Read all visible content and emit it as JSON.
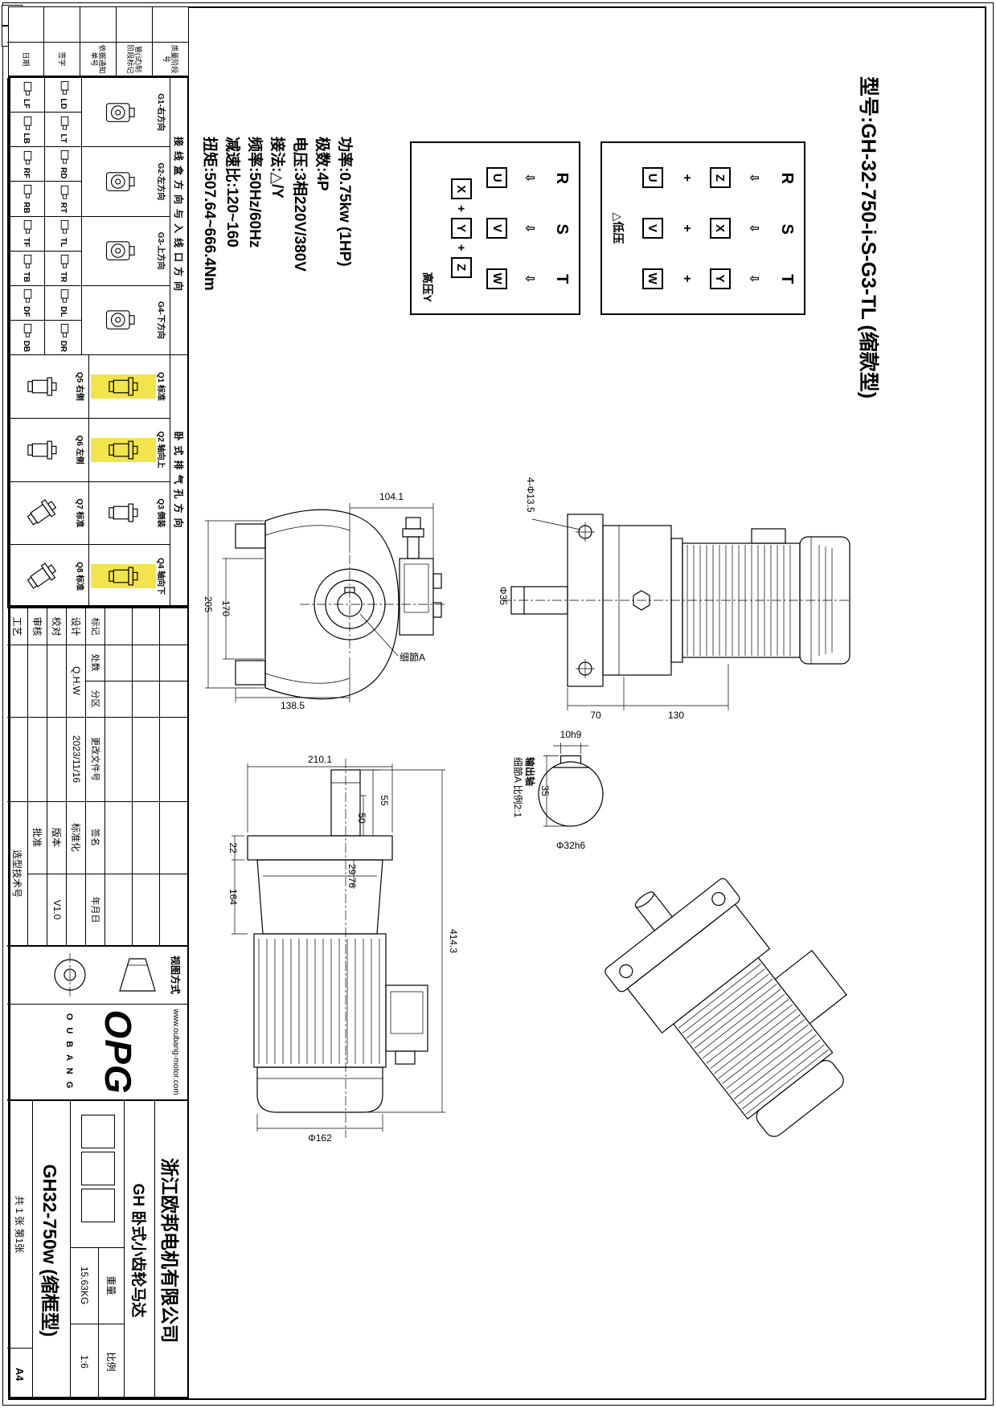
{
  "colors": {
    "ink": "#000000",
    "paper": "#ffffff",
    "highlight": "#f2e44c"
  },
  "title": "型号:GH-32-750-i-S-G3-TL (缩款型)",
  "specs": [
    "功率:0.75kw (1HP)",
    "极数:4P",
    "电压:3相220V/380V",
    "接法:△/Y",
    "频率:50Hz/60Hz",
    "减速比:120~160",
    "扭矩:507.64~666.4Nm"
  ],
  "wiring_high": {
    "label": "高压Y",
    "phases": [
      "R",
      "S",
      "T"
    ],
    "arrows": [
      "⇩",
      "⇩",
      "⇩"
    ],
    "top_row": [
      "U",
      "V",
      "W"
    ],
    "star_row": [
      "X",
      "+",
      "Y",
      "+",
      "Z"
    ]
  },
  "wiring_low": {
    "label": "△低压",
    "phases": [
      "R",
      "S",
      "T"
    ],
    "arrows": [
      "⇩",
      "⇩",
      "⇩"
    ],
    "top_row": [
      "Z",
      "X",
      "Y"
    ],
    "plus_row": [
      "+",
      "+",
      "+"
    ],
    "bottom_row": [
      "U",
      "V",
      "W"
    ]
  },
  "header_corner": {
    "rows": [
      "质量阶段号",
      "管(试)制阶段标记",
      "依据通知单号",
      "签字",
      "日期"
    ]
  },
  "orientation": {
    "header": "接线盒方向与入线口方向",
    "exhaust_header": "卧式排气孔方向",
    "g_cells": [
      "G1-右方向",
      "G2-左方向",
      "G3-上方向",
      "G4-下方向"
    ],
    "mid_row": [
      "LD",
      "LT",
      "RD",
      "RT",
      "TL",
      "TR",
      "DL",
      "DR"
    ],
    "bottom_row": [
      "LF",
      "LB",
      "RF",
      "RB",
      "TF",
      "TB",
      "DF",
      "DB"
    ],
    "exhaust_top": [
      {
        "label": "Q1 标准",
        "hl": true,
        "tilt": false
      },
      {
        "label": "Q2 轴向上",
        "hl": true,
        "tilt": false
      },
      {
        "label": "Q3 倒装",
        "hl": false,
        "tilt": false
      },
      {
        "label": "Q4 轴向下",
        "hl": true,
        "tilt": false
      }
    ],
    "exhaust_bottom": [
      {
        "label": "Q5 右侧",
        "hl": false,
        "tilt": false
      },
      {
        "label": "Q6 左侧",
        "hl": false,
        "tilt": false
      },
      {
        "label": "Q7 标准",
        "hl": false,
        "tilt": true
      },
      {
        "label": "Q8 标准",
        "hl": false,
        "tilt": true
      }
    ]
  },
  "title_block": {
    "change_header": [
      "标记",
      "处数",
      "分区",
      "更改文件号",
      "签名",
      "年月日"
    ],
    "sign_rows": [
      {
        "label": "设计",
        "name": "Q.H.W",
        "date": "2023/11/16",
        "r_label": "标准化",
        "r_value": ""
      },
      {
        "label": "校对",
        "name": "",
        "date": "",
        "r_label": "版本",
        "r_value": "V1.0"
      },
      {
        "label": "审核",
        "name": "",
        "date": "",
        "r_label": "批准",
        "r_value": ""
      },
      {
        "label": "工艺",
        "name": "",
        "date": "",
        "r_label": "选型技术号",
        "r_value": ""
      }
    ],
    "view_method": "视图方式",
    "weight_label": "重量",
    "weight": "15.63KG",
    "scale_label": "比例",
    "scale": "1:6",
    "sheet_info": "共 1 张 第1张",
    "paper": "A4",
    "company": "浙江欧邦电机有限公司",
    "product": "GH 卧式小齿轮马达",
    "drawing_no": "GH32-750w (缩框型)",
    "logo_main": "OPG",
    "logo_letters": "O U B A N G",
    "website": "www.oubang-motor.com"
  },
  "views": {
    "front": {
      "d_top": "104.1",
      "d_inner": "170",
      "d_outer": "205",
      "d_bottom": "138.5",
      "detail_label": "细節A"
    },
    "top": {
      "holes": "4-Φ13.5",
      "shaft_dia": "Φ35",
      "d1": "70",
      "d2": "130"
    },
    "side": {
      "d_top": "210.1",
      "d_flange": "22",
      "d_shaft1": "55",
      "d_shaft2": "50",
      "d_gear": "164",
      "d_inner": "29.76",
      "d_height": "414.3",
      "d_dia": "Φ162"
    },
    "detail": {
      "key": "10h9",
      "depth": "35",
      "bore": "Φ32h6",
      "line1": "输出轴",
      "line2": "细節A 比例2:1"
    }
  }
}
